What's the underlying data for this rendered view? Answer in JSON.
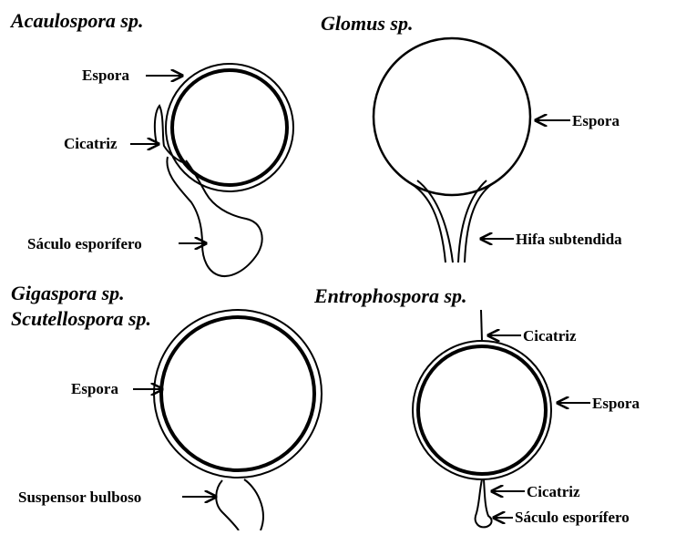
{
  "panels": {
    "acaulospora": {
      "title": "Acaulospora sp.",
      "labels": {
        "spore": "Espora",
        "scar": "Cicatriz",
        "saccule": "Sáculo esporífero"
      }
    },
    "glomus": {
      "title": "Glomus sp.",
      "labels": {
        "spore": "Espora",
        "hypha": "Hifa subtendida"
      }
    },
    "gigaspora": {
      "title_line1": "Gigaspora sp.",
      "title_line2": "Scutellospora sp.",
      "labels": {
        "spore": "Espora",
        "suspensor": "Suspensor bulboso"
      }
    },
    "entrophospora": {
      "title": "Entrophospora sp.",
      "labels": {
        "scar_top": "Cicatriz",
        "spore": "Espora",
        "scar_bottom": "Cicatriz",
        "saccule": "Sáculo esporífero"
      }
    }
  },
  "colors": {
    "ink": "#000000",
    "background": "#ffffff"
  }
}
